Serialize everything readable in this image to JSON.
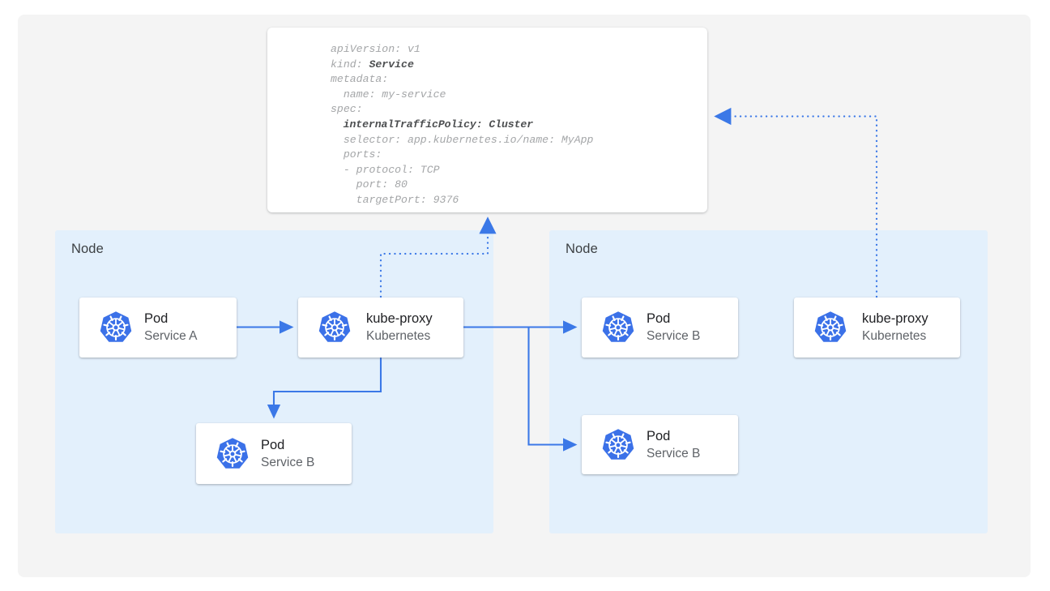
{
  "diagram": {
    "title_icon": "kubernetes-logo",
    "accent_blue": "#3b78e7",
    "node_fill": "#e3f0fc",
    "canvas_fill": "#f4f4f4",
    "card_fill": "#ffffff"
  },
  "yaml": {
    "lines": [
      {
        "text": "apiVersion: v1",
        "style": "normal"
      },
      {
        "text": "kind: ",
        "bold_tail": "Service",
        "style": "mixed"
      },
      {
        "text": "metadata:",
        "style": "normal"
      },
      {
        "text": "  name: my-service",
        "style": "normal"
      },
      {
        "text": "spec:",
        "style": "normal"
      },
      {
        "text": "  internalTrafficPolicy: Cluster",
        "style": "bold"
      },
      {
        "text": "  selector: app.kubernetes.io/name: MyApp",
        "style": "normal"
      },
      {
        "text": "  ports:",
        "style": "normal"
      },
      {
        "text": "  - protocol: TCP",
        "style": "normal"
      },
      {
        "text": "    port: 80",
        "style": "normal"
      },
      {
        "text": "    targetPort: 9376",
        "style": "normal"
      }
    ]
  },
  "nodes": {
    "left": {
      "label": "Node"
    },
    "right": {
      "label": "Node"
    }
  },
  "entities": {
    "pod_a": {
      "title": "Pod",
      "subtitle": "Service A",
      "icon": "kubernetes-icon"
    },
    "kubeproxy_l": {
      "title": "kube-proxy",
      "subtitle": "Kubernetes",
      "icon": "kubernetes-icon"
    },
    "pod_b_local": {
      "title": "Pod",
      "subtitle": "Service B",
      "icon": "kubernetes-icon"
    },
    "pod_b_r1": {
      "title": "Pod",
      "subtitle": "Service B",
      "icon": "kubernetes-icon"
    },
    "pod_b_r2": {
      "title": "Pod",
      "subtitle": "Service B",
      "icon": "kubernetes-icon"
    },
    "kubeproxy_r": {
      "title": "kube-proxy",
      "subtitle": "Kubernetes",
      "icon": "kubernetes-icon"
    }
  }
}
